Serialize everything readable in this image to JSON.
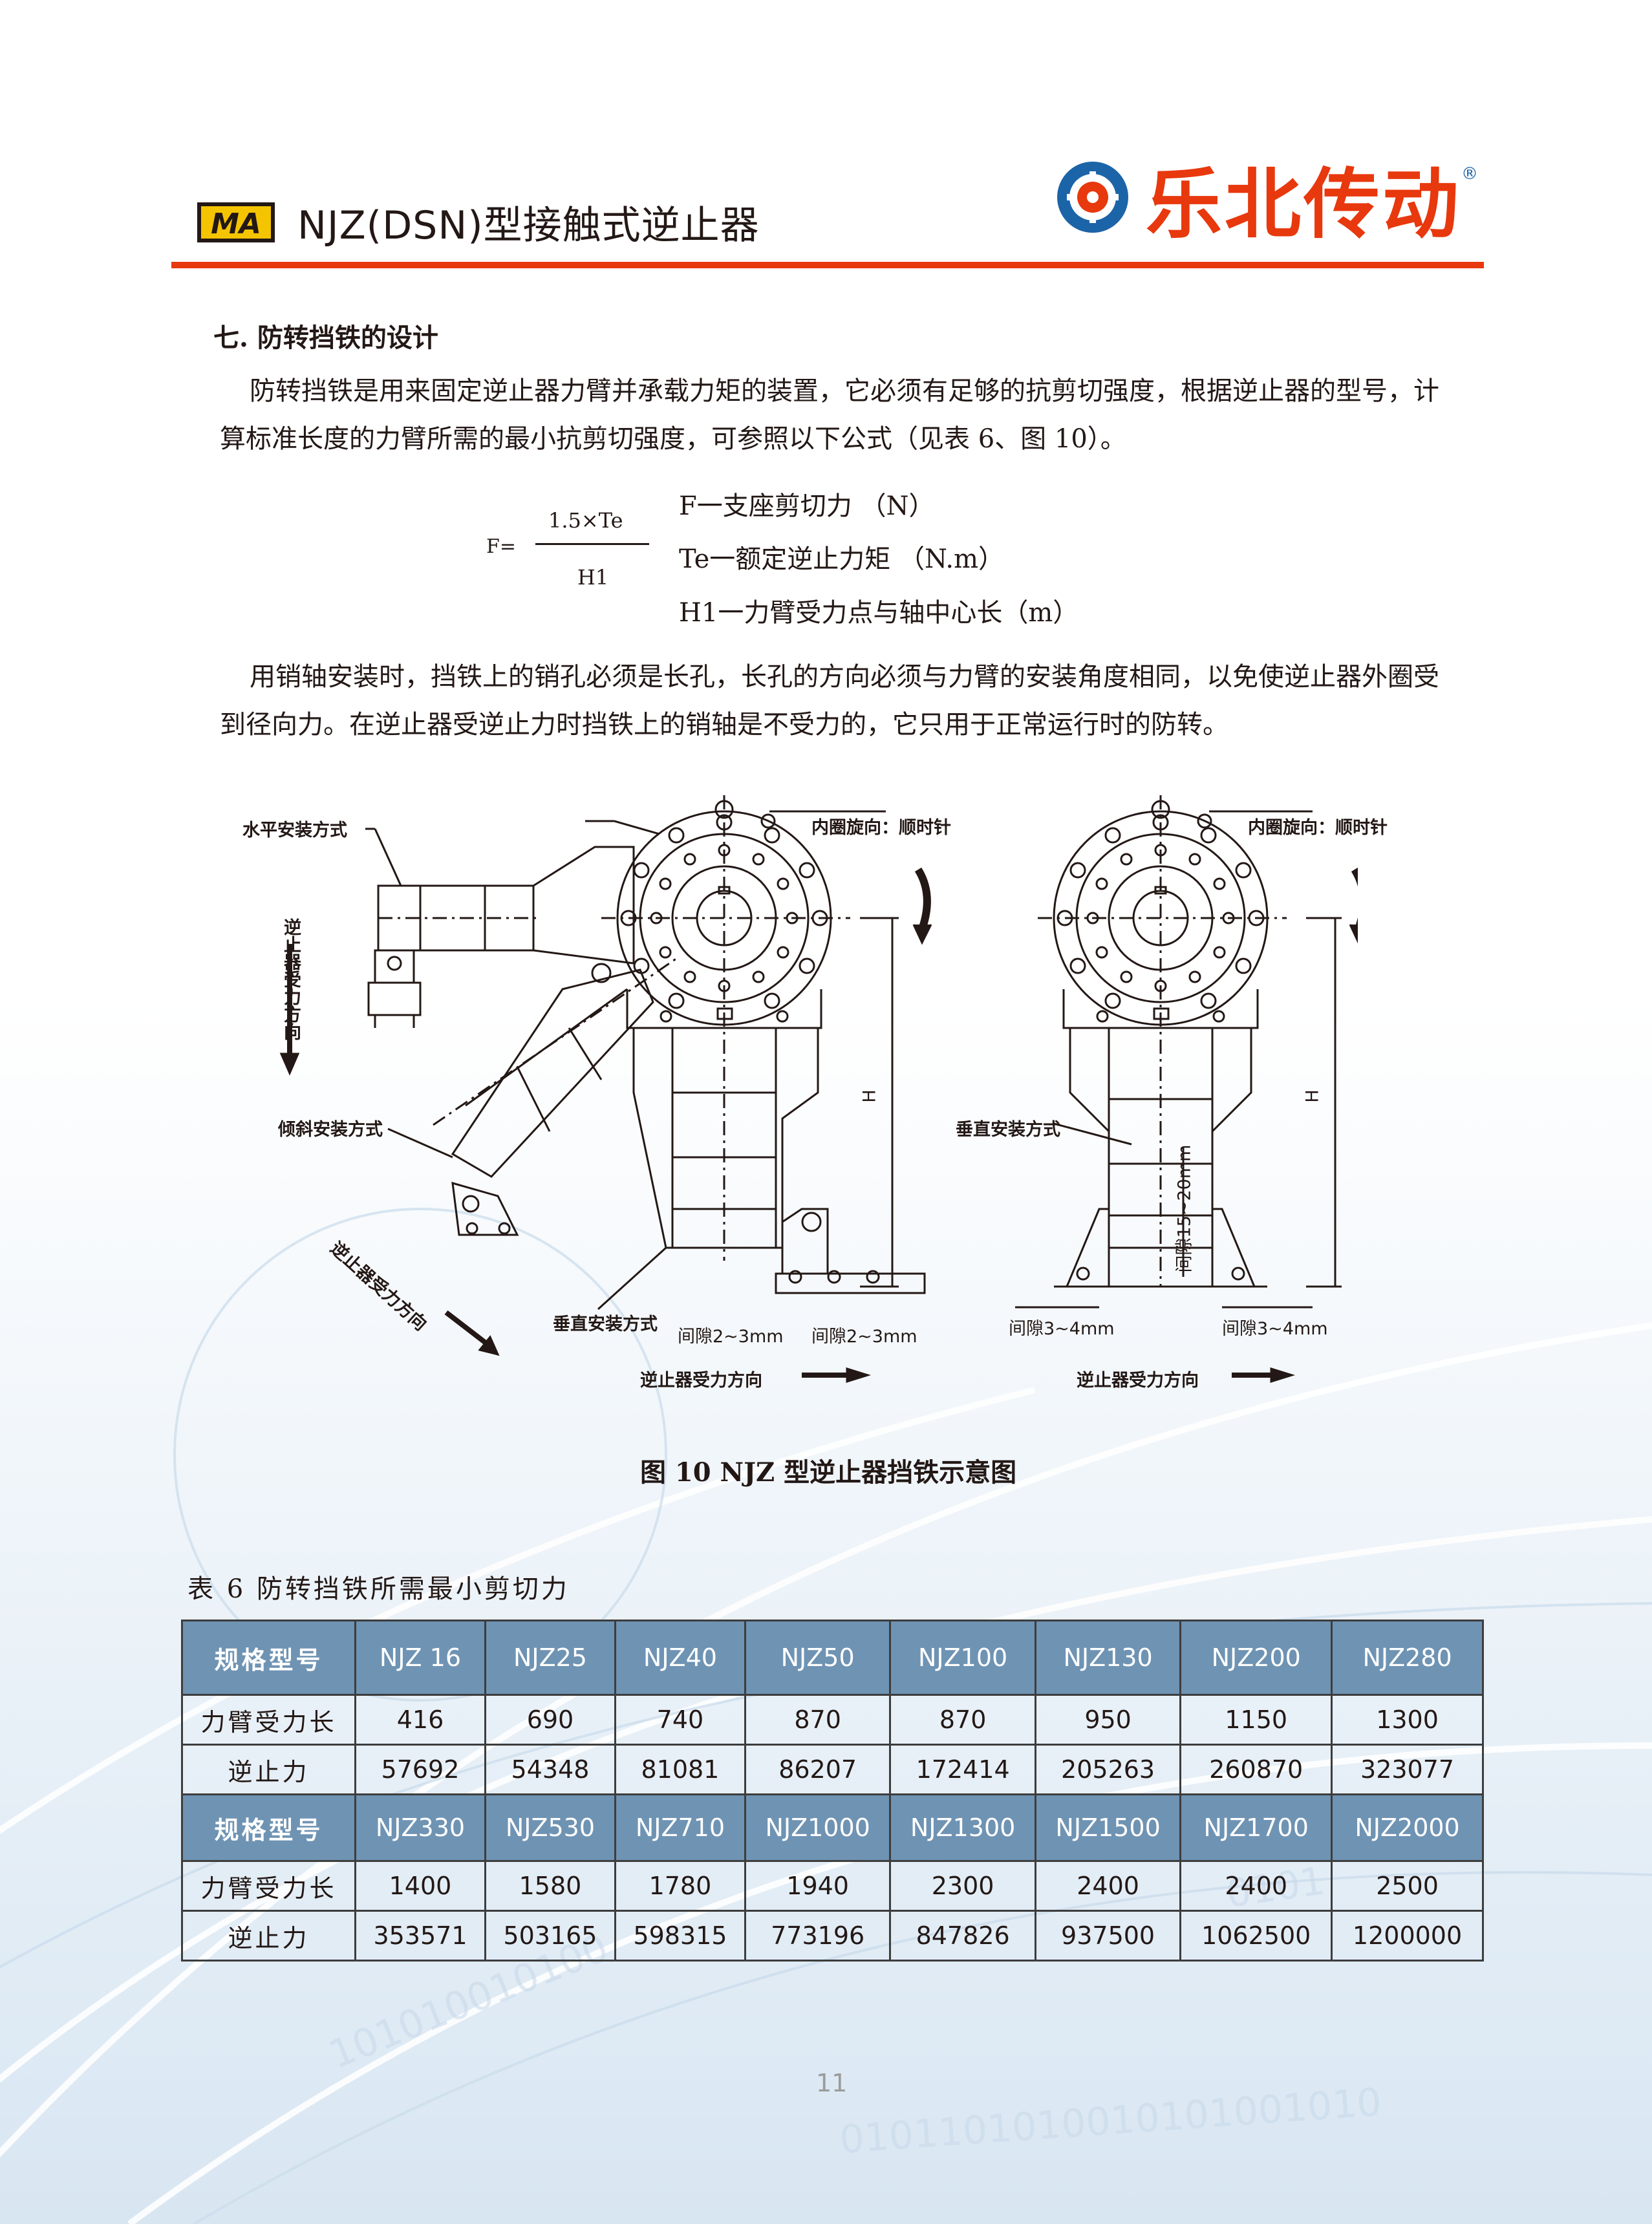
{
  "header": {
    "ma_logo": "MA",
    "doc_title": "NJZ(DSN)型接触式逆止器",
    "brand_name": "乐北传动",
    "brand_registered": "®"
  },
  "section": {
    "title": "七. 防转挡铁的设计",
    "paragraph1": "防转挡铁是用来固定逆止器力臂并承载力矩的装置，它必须有足够的抗剪切强度，根据逆止器的型号，计算标准长度的力臂所需的最小抗剪切强度，可参照以下公式（见表 6、图 10）。",
    "formula": {
      "lhs": "F=",
      "numerator": "1.5×Te",
      "denominator": "H1",
      "definitions": [
        "F一支座剪切力 （N）",
        "Te一额定逆止力矩 （N.m）",
        "H1一力臂受力点与轴中心长（m）"
      ]
    },
    "paragraph2": "用销轴安装时，挡铁上的销孔必须是长孔，长孔的方向必须与力臂的安装角度相同，以免使逆止器外圈受到径向力。在逆止器受逆止力时挡铁上的销轴是不受力的，它只用于正常运行时的防转。"
  },
  "figure": {
    "labels": {
      "horizontal_mount": "水平安装方式",
      "inclined_mount": "倾斜安装方式",
      "vertical_mount_left": "垂直安装方式",
      "vertical_mount_right": "垂直安装方式",
      "rotation_left": "内圈旋向：顺时针",
      "rotation_right": "内圈旋向：顺时针",
      "force_dir_vertical_left": "逆止器受力方向",
      "force_dir_inclined": "逆止器受力方向",
      "force_dir_bottom_left": "逆止器受力方向",
      "force_dir_bottom_right": "逆止器受力方向",
      "h_left": "H",
      "h_right": "H",
      "gap_left_a": "间隙2~3mm",
      "gap_left_b": "间隙2~3mm",
      "gap_right_a": "间隙3~4mm",
      "gap_right_b": "间隙3~4mm",
      "vertical_gap": "间隙15~20mm"
    },
    "caption": "图 10   NJZ 型逆止器挡铁示意图"
  },
  "table": {
    "title": "表 6   防转挡铁所需最小剪切力",
    "header_label": "规格型号",
    "arm_label": "力臂受力长",
    "force_label": "逆止力",
    "groups": [
      {
        "models": [
          "NJZ 16",
          "NJZ25",
          "NJZ40",
          "NJZ50",
          "NJZ100",
          "NJZ130",
          "NJZ200",
          "NJZ280"
        ],
        "arm": [
          "416",
          "690",
          "740",
          "870",
          "870",
          "950",
          "1150",
          "1300"
        ],
        "force": [
          "57692",
          "54348",
          "81081",
          "86207",
          "172414",
          "205263",
          "260870",
          "323077"
        ]
      },
      {
        "models": [
          "NJZ330",
          "NJZ530",
          "NJZ710",
          "NJZ1000",
          "NJZ1300",
          "NJZ1500",
          "NJZ1700",
          "NJZ2000"
        ],
        "arm": [
          "1400",
          "1580",
          "1780",
          "1940",
          "2300",
          "2400",
          "2400",
          "2500"
        ],
        "force": [
          "353571",
          "503165",
          "598315",
          "773196",
          "847826",
          "937500",
          "1062500",
          "1200000"
        ]
      }
    ]
  },
  "page_number": "11",
  "colors": {
    "accent_red": "#e8380d",
    "brand_blue": "#1c64a8",
    "table_header": "#6f93b3",
    "logo_yellow": "#f5c400"
  }
}
